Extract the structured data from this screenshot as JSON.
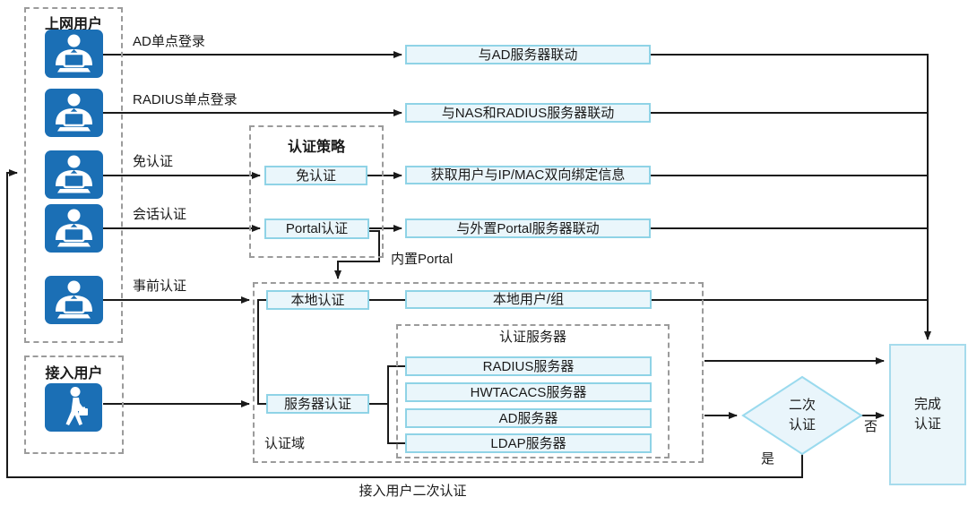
{
  "colors": {
    "icon_blue": "#1b6fb5",
    "chip_fill": "#eaf6fb",
    "chip_border": "#8fd3e6",
    "final_fill": "#ebf6fa",
    "final_border": "#a6dbec",
    "wire": "#1a1a1a",
    "dash_border": "#9b9b9b"
  },
  "internet_users": {
    "title": "上网用户",
    "flow_labels": [
      "AD单点登录",
      "RADIUS单点登录",
      "免认证",
      "会话认证",
      "事前认证"
    ]
  },
  "access_users": {
    "title": "接入用户"
  },
  "policy": {
    "title": "认证策略",
    "items": [
      "免认证",
      "Portal认证"
    ]
  },
  "actions": [
    "与AD服务器联动",
    "与NAS和RADIUS服务器联动",
    "获取用户与IP/MAC双向绑定信息",
    "与外置Portal服务器联动"
  ],
  "auth_domain": {
    "label": "认证域",
    "local_auth": "本地认证",
    "server_auth": "服务器认证",
    "local_users": "本地用户/组",
    "server_group_title": "认证服务器",
    "servers": [
      "RADIUS服务器",
      "HWTACACS服务器",
      "AD服务器",
      "LDAP服务器"
    ]
  },
  "notes": {
    "inner_portal": "内置Portal",
    "bottom": "接入用户二次认证"
  },
  "decision": {
    "label": "二次认证",
    "yes": "是",
    "no": "否"
  },
  "final": {
    "label": "完成认证"
  }
}
